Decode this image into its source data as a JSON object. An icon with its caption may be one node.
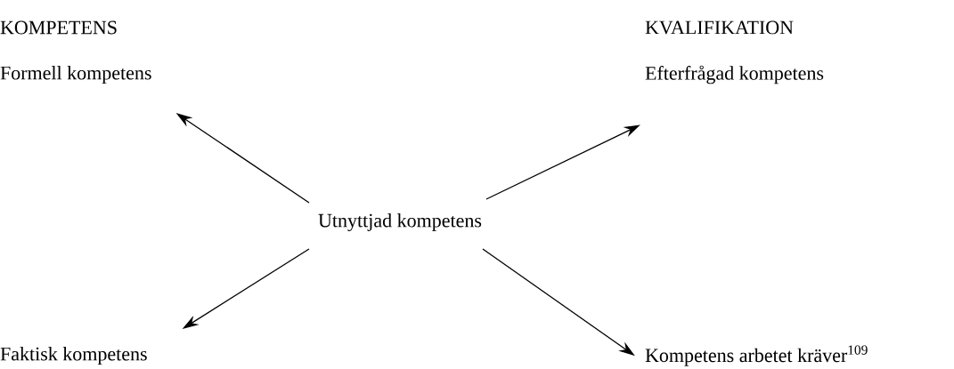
{
  "diagram": {
    "nodes": [
      {
        "text": [
          "Formell kompetens"
        ]
      },
      {
        "text": [
          "Efterfrågad kompetens"
        ]
      },
      {
        "text": [
          "Utnyttjad kompetens"
        ]
      },
      {
        "text": [
          "Faktisk kompetens"
        ]
      },
      {
        "text": [
          "Kompetens arbetet kräver$^{109}$"
        ]
      }
    ],
    "edges": [
      {
        "from": 2,
        "to": 0,
        "arrow": "to"
      },
      {
        "from": 2,
        "to": 1,
        "arrow": "to"
      },
      {
        "from": 2,
        "to": 3,
        "arrow": "to"
      },
      {
        "from": 2,
        "to": 4,
        "arrow": "to"
      }
    ],
    "labels": [
      "KOMPETENS",
      "KVALIFIKATION"
    ]
  }
}
